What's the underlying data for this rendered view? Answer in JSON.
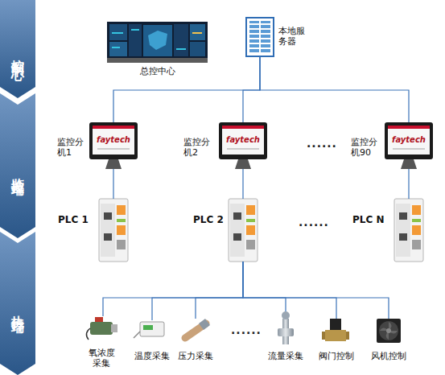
{
  "diagram": {
    "nodes": [
      {
        "text": [
          "控制中心"
        ]
      },
      {
        "text": [
          "监控端"
        ]
      },
      {
        "text": [
          "执行端"
        ]
      },
      {
        "text": [
          "总控中心"
        ]
      },
      {
        "text": [
          "本地服务器"
        ]
      },
      {
        "text": [
          "监控分机1"
        ]
      },
      {
        "text": [
          "监控分机2"
        ]
      },
      {
        "text": [
          "监控分机90"
        ]
      },
      {
        "text": [
          "PLC 1"
        ]
      },
      {
        "text": [
          "PLC 2"
        ]
      },
      {
        "text": [
          "PLC N"
        ]
      },
      {
        "text": [
          "氧浓度采集"
        ]
      },
      {
        "text": [
          "温度采集"
        ]
      },
      {
        "text": [
          "压力采集"
        ]
      },
      {
        "text": [
          "流量采集"
        ]
      },
      {
        "text": [
          "阀门控制"
        ]
      },
      {
        "text": [
          "风机控制"
        ]
      }
    ],
    "edges": [
      {
        "from": 4,
        "to": 5,
        "arrow": "none"
      },
      {
        "from": 4,
        "to": 6,
        "arrow": "none"
      },
      {
        "from": 4,
        "to": 7,
        "arrow": "none"
      },
      {
        "from": 5,
        "to": 8,
        "arrow": "none"
      },
      {
        "from": 6,
        "to": 9,
        "arrow": "none"
      },
      {
        "from": 7,
        "to": 10,
        "arrow": "none"
      },
      {
        "from": 9,
        "to": 11,
        "arrow": "none"
      },
      {
        "from": 9,
        "to": 12,
        "arrow": "none"
      },
      {
        "from": 9,
        "to": 13,
        "arrow": "none"
      },
      {
        "from": 9,
        "to": 14,
        "arrow": "none"
      },
      {
        "from": 9,
        "to": 15,
        "arrow": "none"
      },
      {
        "from": 9,
        "to": 16,
        "arrow": "none"
      }
    ],
    "labels": [
      "faytech",
      "faytech",
      "......",
      "faytech",
      "......",
      "......"
    ]
  }
}
